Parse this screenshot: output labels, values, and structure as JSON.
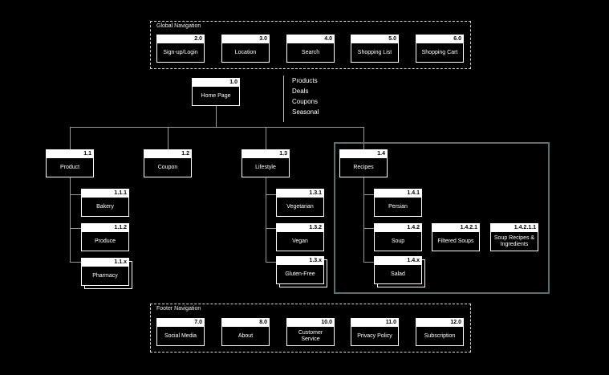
{
  "global_nav": {
    "label": "Global Navigation",
    "items": [
      {
        "num": "2.0",
        "label": "Sign-up/Login"
      },
      {
        "num": "3.0",
        "label": "Location"
      },
      {
        "num": "4.0",
        "label": "Search"
      },
      {
        "num": "5.0",
        "label": "Shopping List"
      },
      {
        "num": "6.0",
        "label": "Shopping Cart"
      }
    ]
  },
  "home": {
    "num": "1.0",
    "label": "Home Page"
  },
  "home_list": [
    "Products",
    "Deals",
    "Coupons",
    "Seasonal"
  ],
  "level1": [
    {
      "num": "1.1",
      "label": "Product"
    },
    {
      "num": "1.2",
      "label": "Coupon"
    },
    {
      "num": "1.3",
      "label": "Lifestyle"
    },
    {
      "num": "1.4",
      "label": "Recipes"
    }
  ],
  "product_children": [
    {
      "num": "1.1.1",
      "label": "Bakery"
    },
    {
      "num": "1.1.2",
      "label": "Produce"
    },
    {
      "num": "1.1.x",
      "label": "Pharmacy"
    }
  ],
  "lifestyle_children": [
    {
      "num": "1.3.1",
      "label": "Vegetarian"
    },
    {
      "num": "1.3.2",
      "label": "Vegan"
    },
    {
      "num": "1.3.x",
      "label": "Gluten-Free"
    }
  ],
  "recipes_children": [
    {
      "num": "1.4.1",
      "label": "Persian"
    },
    {
      "num": "1.4.2",
      "label": "Soup"
    },
    {
      "num": "1.4.x",
      "label": "Salad"
    }
  ],
  "soup_chain": [
    {
      "num": "1.4.2.1",
      "label": "Filtered Soups"
    },
    {
      "num": "1.4.2.1.1",
      "label": "Soup Recipes & Ingredients"
    }
  ],
  "footer_nav": {
    "label": "Footer Navigation",
    "items": [
      {
        "num": "7.0",
        "label": "Social Media"
      },
      {
        "num": "8.0",
        "label": "About"
      },
      {
        "num": "10.0",
        "label": "Customer Service"
      },
      {
        "num": "11.0",
        "label": "Privacy Policy"
      },
      {
        "num": "12.0",
        "label": "Subscription"
      }
    ]
  },
  "colors": {
    "highlight_border": "#5f6f6f",
    "background": "#000000",
    "node_header": "#ffffff"
  }
}
